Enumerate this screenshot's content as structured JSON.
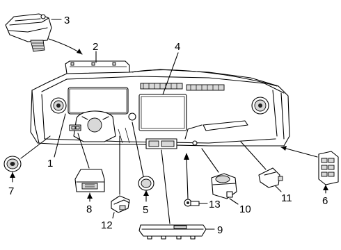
{
  "callouts": [
    {
      "id": "1",
      "label": "1",
      "part": "instrument-cluster-bezel"
    },
    {
      "id": "2",
      "label": "2",
      "part": "dashboard-top-panel"
    },
    {
      "id": "3",
      "label": "3",
      "part": "air-bag-module"
    },
    {
      "id": "4",
      "label": "4",
      "part": "center-display"
    },
    {
      "id": "5",
      "label": "5",
      "part": "round-knob"
    },
    {
      "id": "6",
      "label": "6",
      "part": "switch-panel"
    },
    {
      "id": "7",
      "label": "7",
      "part": "round-vent"
    },
    {
      "id": "8",
      "label": "8",
      "part": "switch-housing"
    },
    {
      "id": "9",
      "label": "9",
      "part": "lower-trim-strip"
    },
    {
      "id": "10",
      "label": "10",
      "part": "ignition-switch"
    },
    {
      "id": "11",
      "label": "11",
      "part": "bracket"
    },
    {
      "id": "12",
      "label": "12",
      "part": "connector"
    },
    {
      "id": "13",
      "label": "13",
      "part": "sensor"
    }
  ]
}
